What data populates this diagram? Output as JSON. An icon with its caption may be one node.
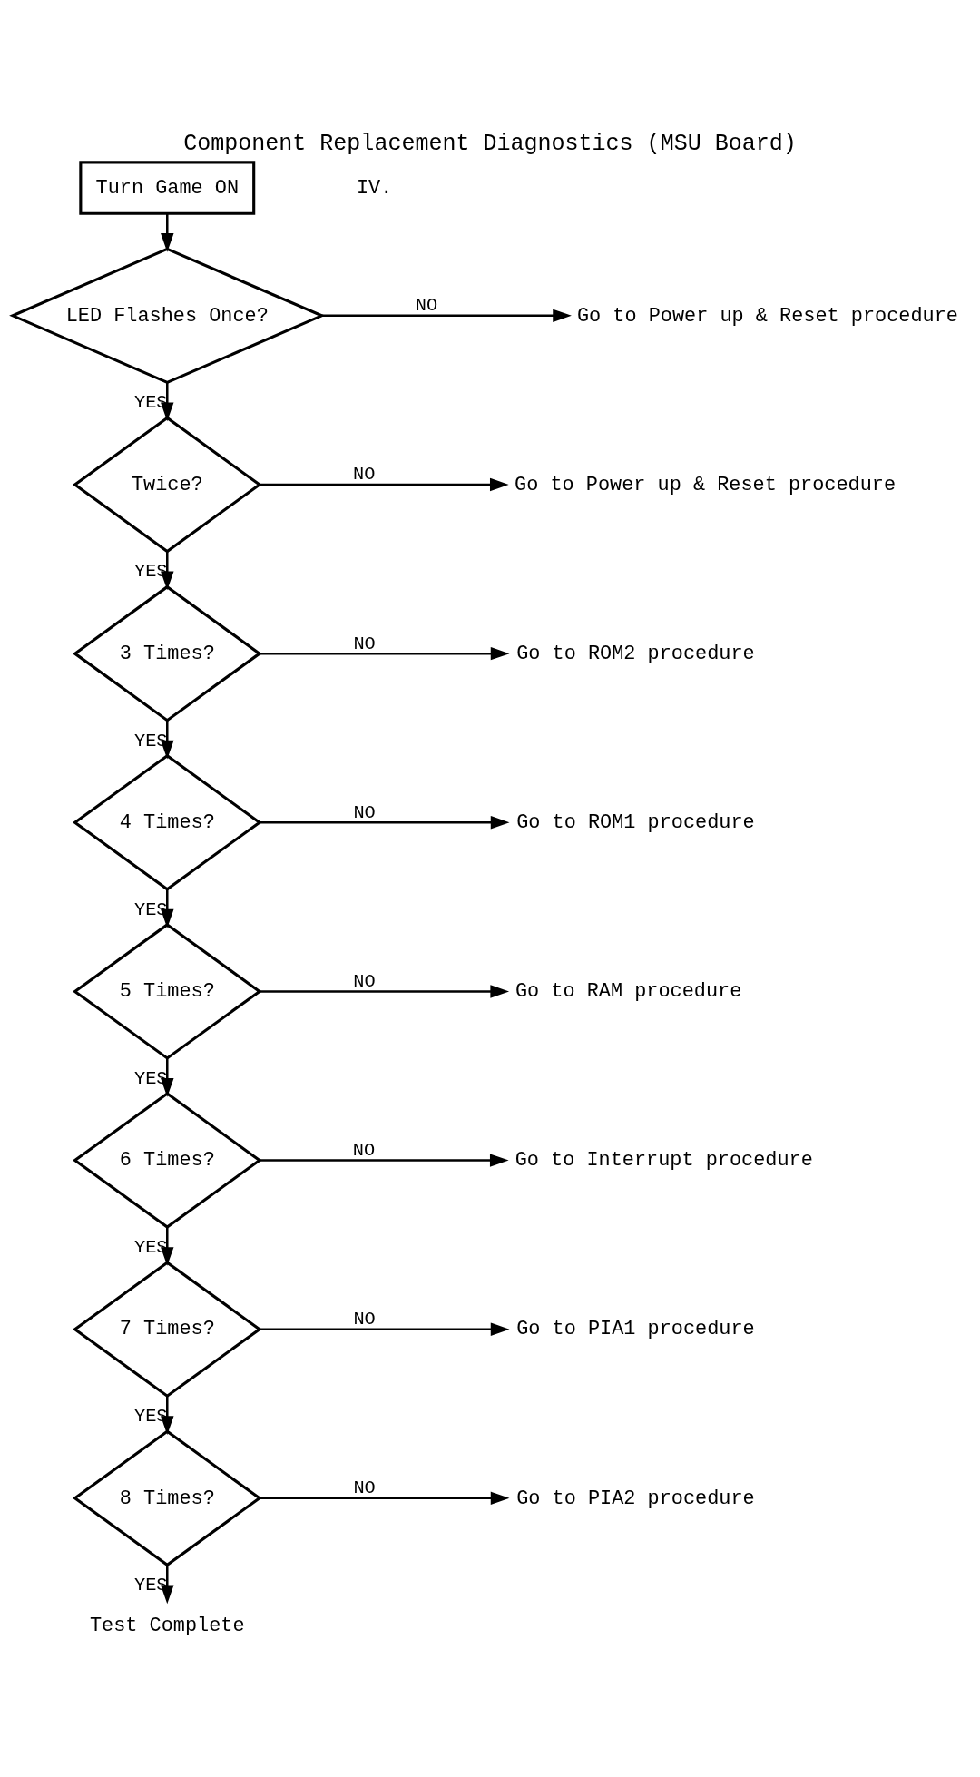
{
  "diagram": {
    "title": "Component Replacement Diagnostics (MSU Board)",
    "nodes": [
      {
        "text": [
          "Turn Game ON"
        ]
      },
      {
        "text": [
          "LED Flashes Once?"
        ]
      },
      {
        "text": [
          "Go to Power up & Reset procedure"
        ]
      },
      {
        "text": [
          "Twice?"
        ]
      },
      {
        "text": [
          "Go to Power up & Reset procedure"
        ]
      },
      {
        "text": [
          "3 Times?"
        ]
      },
      {
        "text": [
          "Go to ROM2 procedure"
        ]
      },
      {
        "text": [
          "4 Times?"
        ]
      },
      {
        "text": [
          "Go to ROM1 procedure"
        ]
      },
      {
        "text": [
          "5 Times?"
        ]
      },
      {
        "text": [
          "Go to RAM procedure"
        ]
      },
      {
        "text": [
          "6 Times?"
        ]
      },
      {
        "text": [
          "Go to Interrupt procedure"
        ]
      },
      {
        "text": [
          "7 Times?"
        ]
      },
      {
        "text": [
          "Go to PIA1 procedure"
        ]
      },
      {
        "text": [
          "8 Times?"
        ]
      },
      {
        "text": [
          "Go to PIA2 procedure"
        ]
      },
      {
        "text": [
          "Test Complete"
        ]
      }
    ],
    "edges": [
      {
        "from": 0,
        "to": 1,
        "arrow": "to"
      },
      {
        "from": 1,
        "to": 2,
        "label": "NO",
        "arrow": "to"
      },
      {
        "from": 1,
        "to": 3,
        "label": "YES",
        "arrow": "to"
      },
      {
        "from": 3,
        "to": 4,
        "label": "NO",
        "arrow": "to"
      },
      {
        "from": 3,
        "to": 5,
        "label": "YES",
        "arrow": "to"
      },
      {
        "from": 5,
        "to": 6,
        "label": "NO",
        "arrow": "to"
      },
      {
        "from": 5,
        "to": 7,
        "label": "YES",
        "arrow": "to"
      },
      {
        "from": 7,
        "to": 8,
        "label": "NO",
        "arrow": "to"
      },
      {
        "from": 7,
        "to": 9,
        "label": "YES",
        "arrow": "to"
      },
      {
        "from": 9,
        "to": 10,
        "label": "NO",
        "arrow": "to"
      },
      {
        "from": 9,
        "to": 11,
        "label": "YES",
        "arrow": "to"
      },
      {
        "from": 11,
        "to": 12,
        "label": "NO",
        "arrow": "to"
      },
      {
        "from": 11,
        "to": 13,
        "label": "YES",
        "arrow": "to"
      },
      {
        "from": 13,
        "to": 14,
        "label": "NO",
        "arrow": "to"
      },
      {
        "from": 13,
        "to": 15,
        "label": "YES",
        "arrow": "to"
      },
      {
        "from": 15,
        "to": 16,
        "label": "NO",
        "arrow": "to"
      },
      {
        "from": 15,
        "to": 17,
        "label": "YES",
        "arrow": "to"
      }
    ],
    "labels": [
      "IV."
    ]
  }
}
